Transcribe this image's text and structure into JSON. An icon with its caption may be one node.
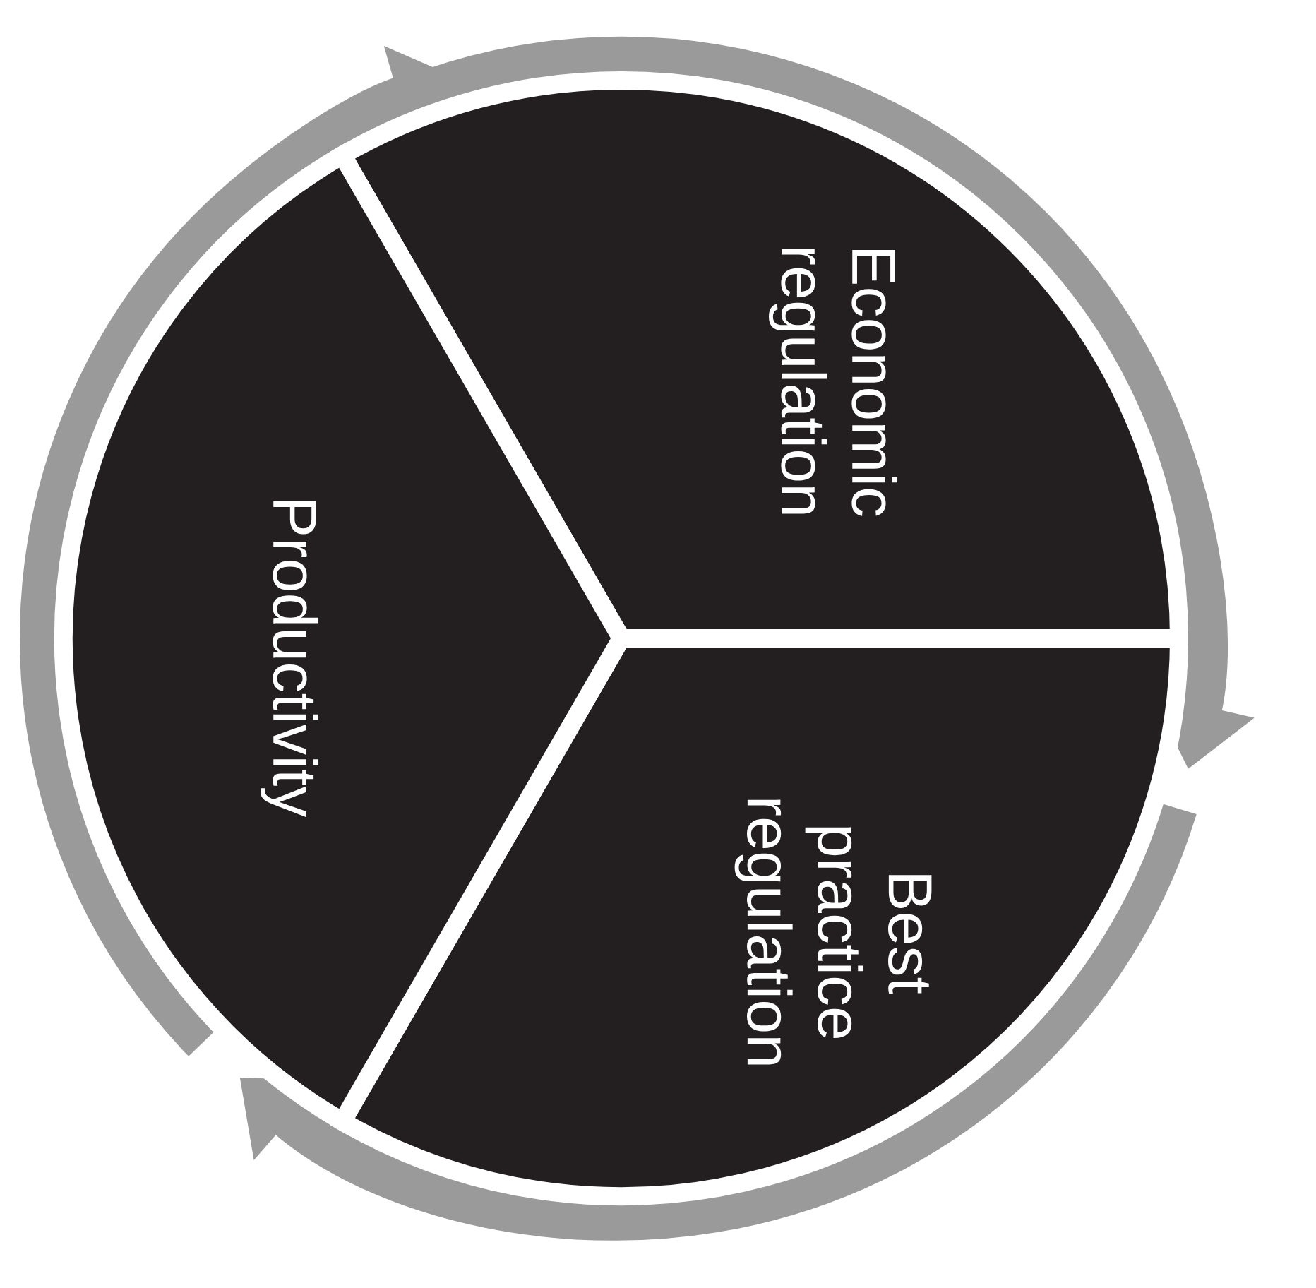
{
  "diagram": {
    "nodes": [
      {
        "text": [
          "Economic regulation"
        ]
      },
      {
        "text": [
          "Best practice regulation"
        ]
      },
      {
        "text": [
          "Productivity"
        ]
      }
    ],
    "edges": [
      {
        "from": 2,
        "to": 0,
        "arrow": "to"
      },
      {
        "from": 0,
        "to": 1,
        "arrow": "to"
      },
      {
        "from": 1,
        "to": 2,
        "arrow": "to"
      }
    ]
  }
}
